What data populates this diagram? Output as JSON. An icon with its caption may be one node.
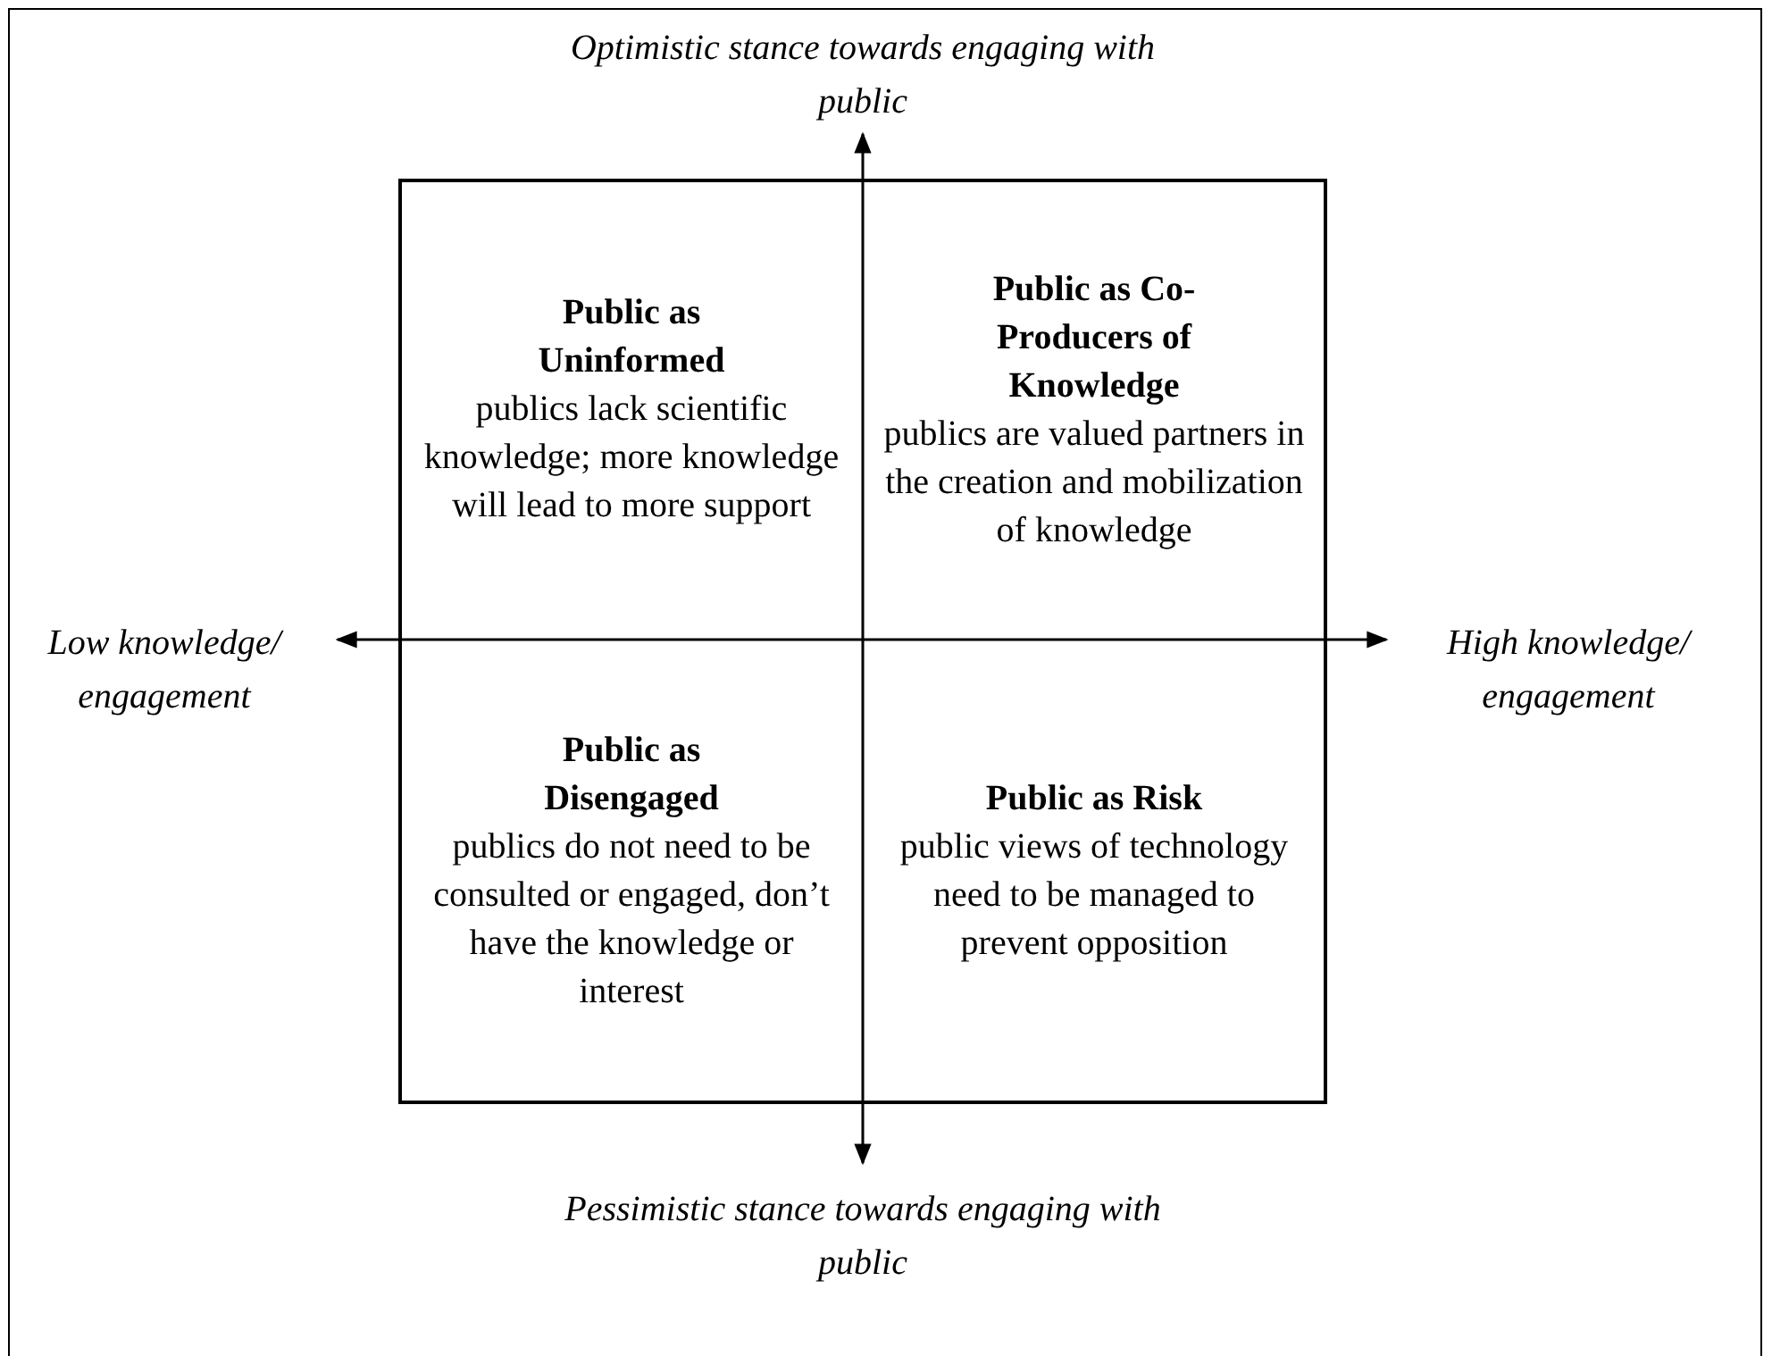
{
  "diagram": {
    "nodes": [
      {
        "text": [
          "Public as Uninformed",
          "publics lack scientific knowledge; more knowledge will lead to more support"
        ]
      },
      {
        "text": [
          "Public as Co-Producers of Knowledge",
          "publics are valued partners in the creation and mobilization of knowledge"
        ]
      },
      {
        "text": [
          "Public as Disengaged",
          "publics do not need to be consulted or engaged, don’t have the knowledge or interest"
        ]
      },
      {
        "text": [
          "Public as Risk",
          "public views of technology need to be managed to prevent opposition"
        ]
      }
    ],
    "edges": [],
    "labels": [
      "Optimistic stance towards engaging with public",
      "Low knowledge/ engagement",
      "High knowledge/ engagement",
      "Pessimistic stance towards engaging with public"
    ]
  }
}
